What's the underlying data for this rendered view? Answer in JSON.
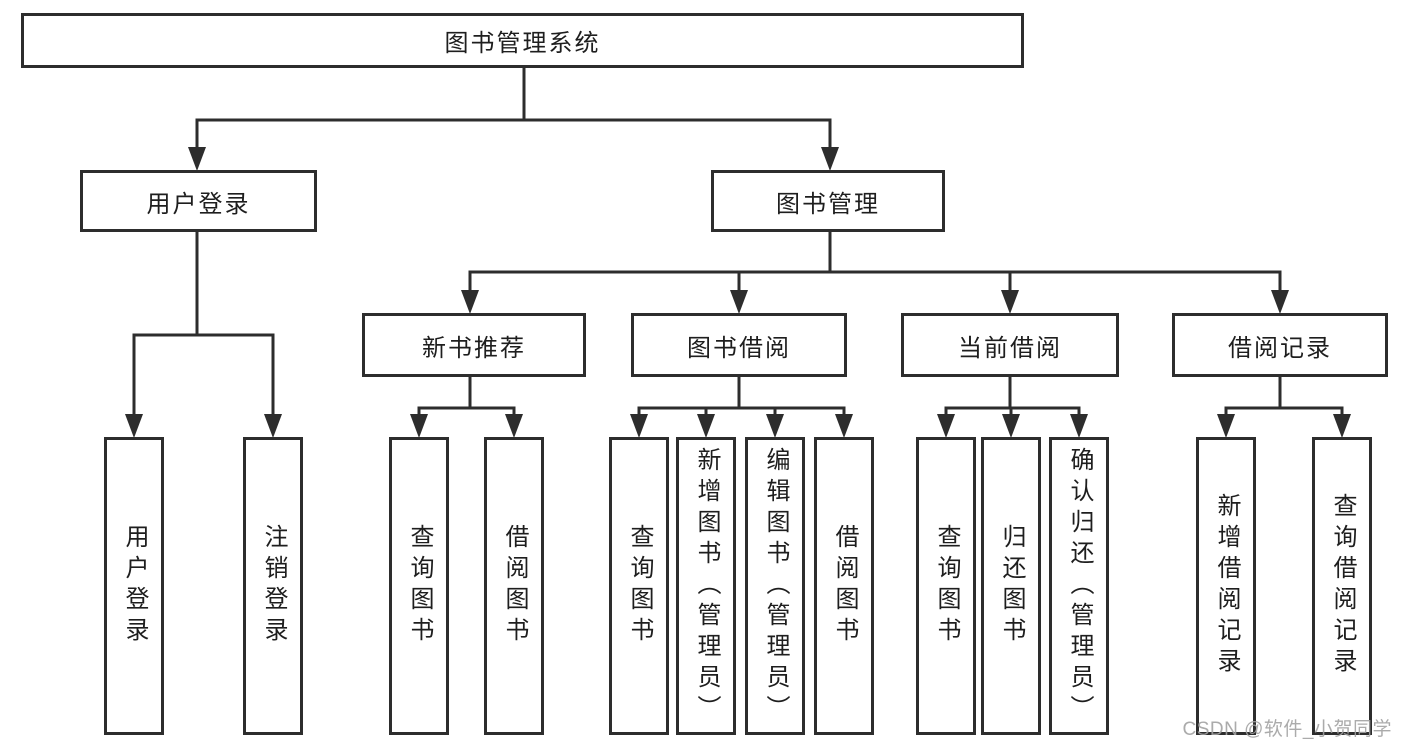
{
  "diagram": {
    "title": "图书管理系统",
    "nodes": {
      "root": "图书管理系统",
      "user_login": "用户登录",
      "book_management": "图书管理",
      "new_book_recommend": "新书推荐",
      "book_borrowing": "图书借阅",
      "current_borrowing": "当前借阅",
      "borrowing_records": "借阅记录",
      "leaf_user_login": "用户登录",
      "leaf_logout": "注销登录",
      "leaf_query_books_recommend": "查询图书",
      "leaf_borrow_books_recommend": "借阅图书",
      "leaf_query_books_borrowing": "查询图书",
      "leaf_add_books_admin": "新增图书（管理员）",
      "leaf_edit_books_admin": "编辑图书（管理员）",
      "leaf_borrow_books_borrowing": "借阅图书",
      "leaf_query_books_current": "查询图书",
      "leaf_return_books": "归还图书",
      "leaf_confirm_return_admin": "确认归还（管理员）",
      "leaf_add_borrow_record": "新增借阅记录",
      "leaf_query_borrow_record": "查询借阅记录"
    },
    "colors": {
      "line": "#2d2d2d",
      "box_border": "#2d2d2d",
      "text": "#1e1e1e",
      "background": "#ffffff",
      "watermark": "#a2a2a2"
    }
  },
  "watermark": {
    "text": "CSDN @软件_小贺同学"
  }
}
